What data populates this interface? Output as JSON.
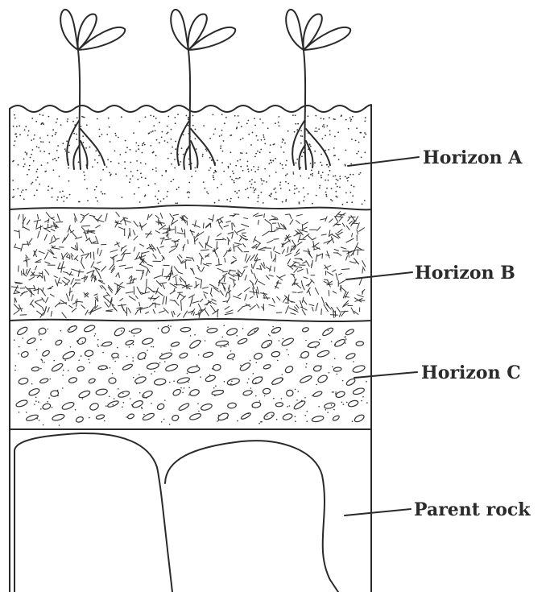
{
  "labels": {
    "horizon_a": "Horizon A",
    "horizon_b": "Horizon B",
    "horizon_c": "Horizon C",
    "parent_rock": "Parent rock"
  },
  "plants": 3
}
